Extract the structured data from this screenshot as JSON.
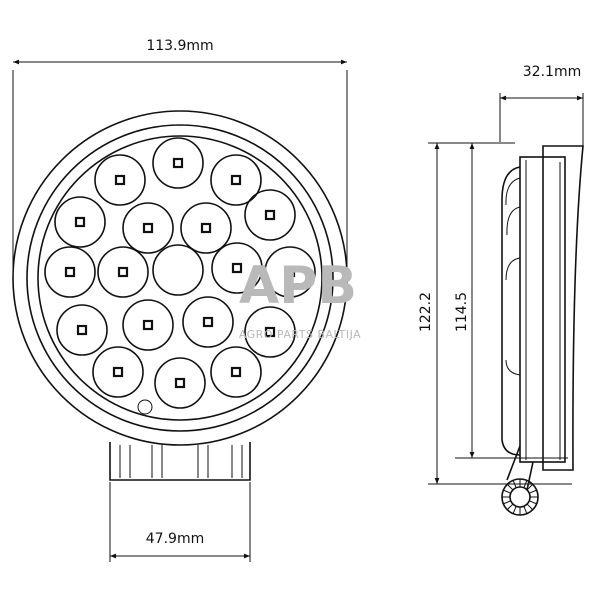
{
  "dimensions": {
    "front_width": "113.9mm",
    "bracket_width": "47.9mm",
    "side_depth": "32.1mm",
    "total_height": "122.2",
    "body_height": "114.5"
  },
  "watermark": {
    "logo": "APB",
    "text": "AGRO PARTS BALTIJA"
  },
  "colors": {
    "line": "#111111",
    "watermark": "#b9b9b9"
  }
}
